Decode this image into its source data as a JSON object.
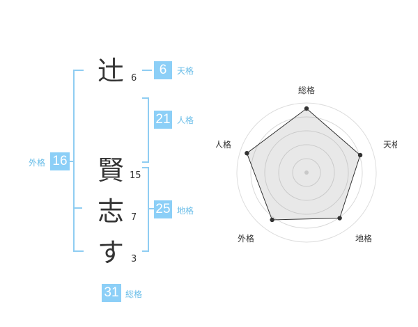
{
  "name": {
    "characters": [
      {
        "char": "辻",
        "strokes": "6"
      },
      {
        "char": "賢",
        "strokes": "15"
      },
      {
        "char": "志",
        "strokes": "7"
      },
      {
        "char": "す",
        "strokes": "3"
      }
    ]
  },
  "fortunes": {
    "tenkaku": {
      "value": "6",
      "label": "天格"
    },
    "jinkaku": {
      "value": "21",
      "label": "人格"
    },
    "chikaku": {
      "value": "25",
      "label": "地格"
    },
    "gaikaku": {
      "value": "16",
      "label": "外格"
    },
    "soukaku": {
      "value": "31",
      "label": "総格"
    }
  },
  "colors": {
    "accent": "#8ccff7",
    "label": "#69bde8",
    "bracket": "#8fcdf2",
    "text": "#333333"
  },
  "chart_data": {
    "type": "radar",
    "axes": [
      "総格",
      "天格",
      "地格",
      "外格",
      "人格"
    ],
    "values": [
      0.92,
      0.81,
      0.81,
      0.84,
      0.9
    ],
    "rings": 5,
    "range": [
      0,
      1
    ],
    "grid": true
  }
}
